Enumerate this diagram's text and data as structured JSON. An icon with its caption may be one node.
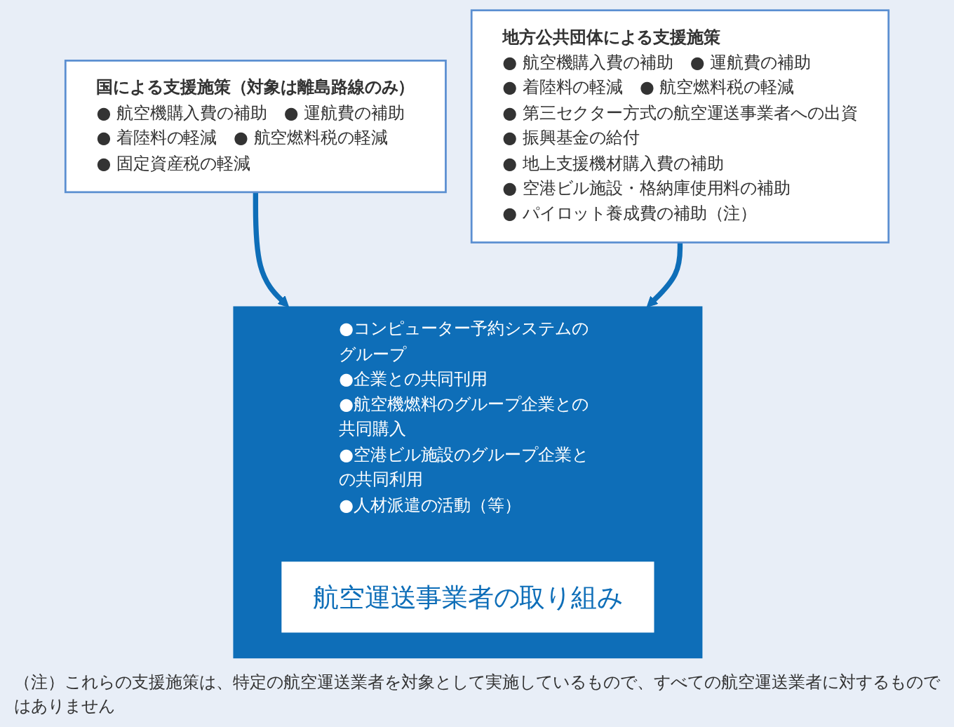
{
  "diagram": {
    "nodes": [
      {
        "text": [
          "国による支援施策（対象は離島路線のみ）",
          "● 航空機購入費の補助　● 運航費の補助",
          "● 着陸料の軽減　● 航空燃料税の軽減",
          "● 固定資産税の軽減"
        ]
      },
      {
        "text": [
          "地方公共団体による支援施策",
          "● 航空機購入費の補助　● 運航費の補助",
          "● 着陸料の軽減　● 航空燃料税の軽減",
          "● 第三セクター方式の航空運送事業者への出資",
          "● 振興基金の給付",
          "● 地上支援機材購入費の補助",
          "● 空港ビル施設・格納庫使用料の補助",
          "● パイロット養成費の補助（注）"
        ]
      },
      {
        "text": [
          "●コンピューター予約システムのグループ",
          "●企業との共同刊用",
          "●航空機燃料のグループ企業との共同購入",
          "●空港ビル施設のグループ企業との共同利用",
          "●人材派遣の活動（等）"
        ]
      },
      {
        "text": [
          "航空運送事業者の取り組み"
        ],
        "in": 2
      }
    ],
    "edges": [
      {
        "from": 0,
        "to": 2,
        "arrow": "to"
      },
      {
        "from": 1,
        "to": 2,
        "arrow": "to"
      }
    ],
    "labels": [
      "（注）これらの支援施策は、特定の航空運送業者を対象として実施しているもので、すべての航空運送業者に対するものではありません"
    ]
  }
}
